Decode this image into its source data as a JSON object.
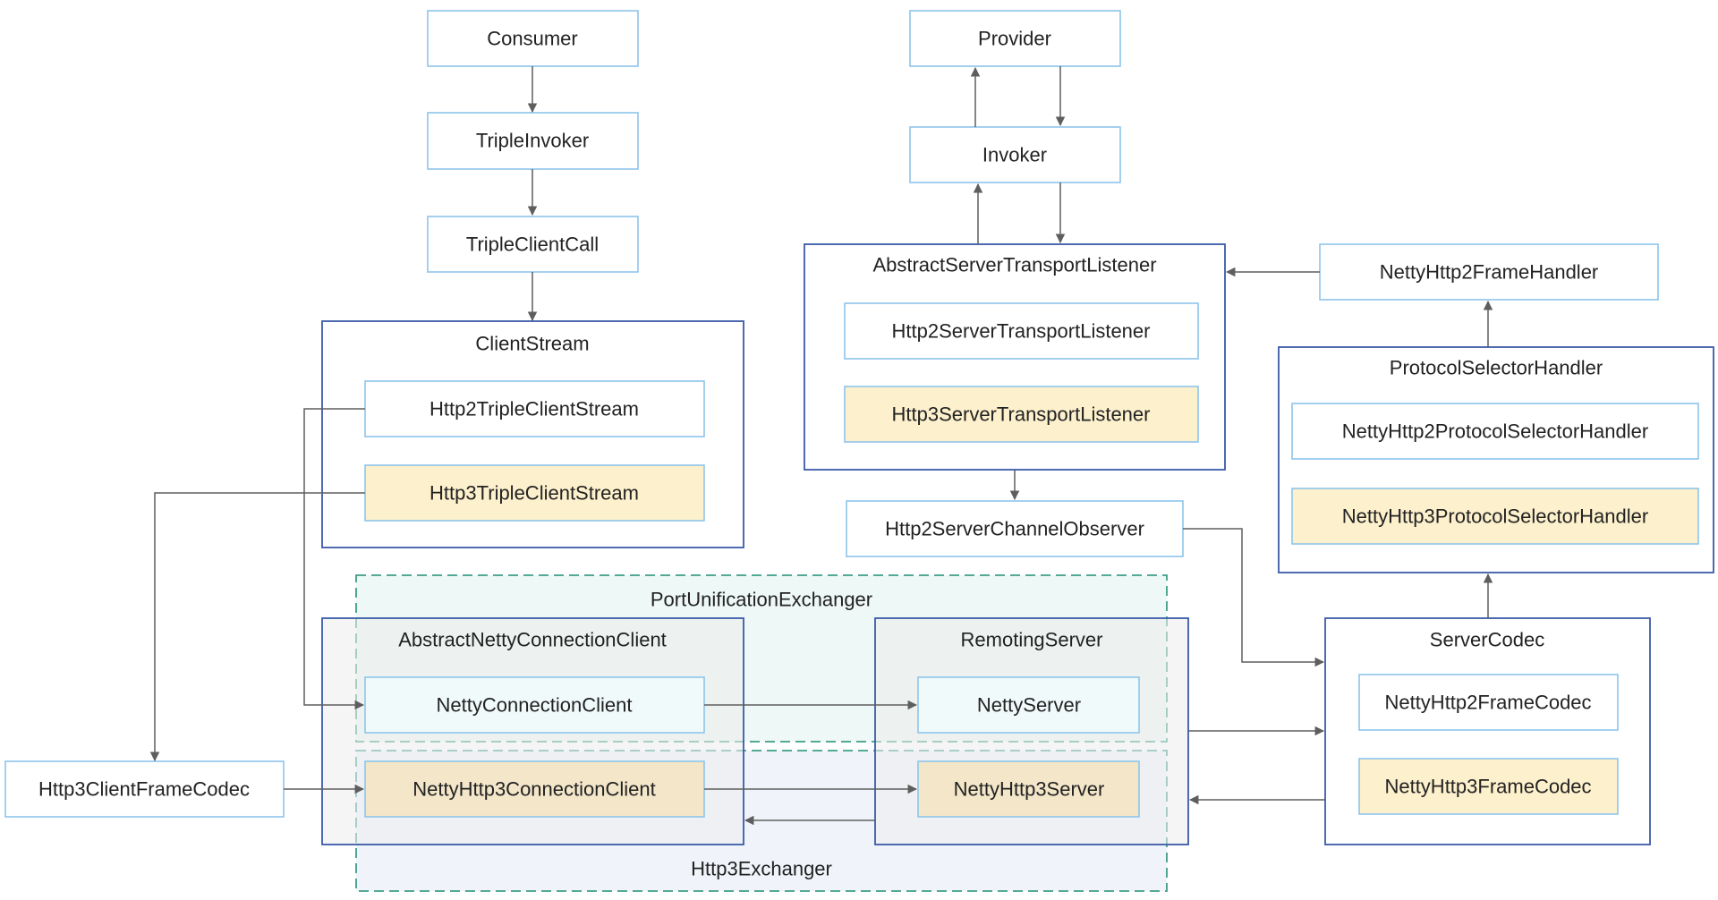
{
  "colors": {
    "node_border": "#8ec5ec",
    "node_fill": "#ffffff",
    "node_highlight_fill": "#fdf0cc",
    "group_border": "#3a5aa8",
    "exchanger_border": "#3c9e86",
    "arrow": "#5e5e5e"
  },
  "nodes": {
    "consumer": "Consumer",
    "triple_invoker": "TripleInvoker",
    "triple_client_call": "TripleClientCall",
    "http2_triple_client_stream": "Http2TripleClientStream",
    "http3_triple_client_stream": "Http3TripleClientStream",
    "netty_connection_client": "NettyConnectionClient",
    "netty_http3_connection_client": "NettyHttp3ConnectionClient",
    "http3_client_frame_codec": "Http3ClientFrameCodec",
    "netty_server": "NettyServer",
    "netty_http3_server": "NettyHttp3Server",
    "provider": "Provider",
    "invoker": "Invoker",
    "http2_server_transport_listener": "Http2ServerTransportListener",
    "http3_server_transport_listener": "Http3ServerTransportListener",
    "http2_server_channel_observer": "Http2ServerChannelObserver",
    "netty_http2_frame_handler": "NettyHttp2FrameHandler",
    "netty_http2_protocol_selector_handler": "NettyHttp2ProtocolSelectorHandler",
    "netty_http3_protocol_selector_handler": "NettyHttp3ProtocolSelectorHandler",
    "netty_http2_frame_codec": "NettyHttp2FrameCodec",
    "netty_http3_frame_codec": "NettyHttp3FrameCodec"
  },
  "groups": {
    "client_stream": "ClientStream",
    "abstract_netty_connection_client": "AbstractNettyConnectionClient",
    "remoting_server": "RemotingServer",
    "abstract_server_transport_listener": "AbstractServerTransportListener",
    "protocol_selector_handler": "ProtocolSelectorHandler",
    "server_codec": "ServerCodec"
  },
  "exchangers": {
    "port_unification_exchanger": "PortUnificationExchanger",
    "http3_exchanger": "Http3Exchanger"
  }
}
